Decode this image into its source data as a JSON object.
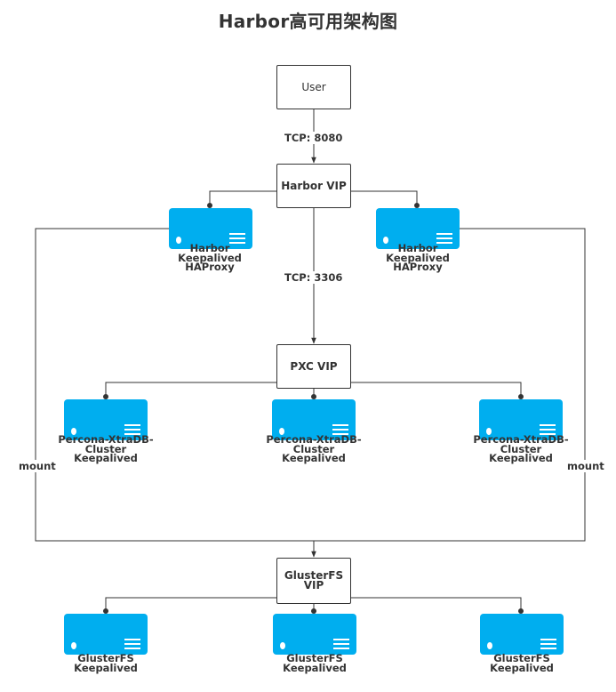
{
  "title": "Harbor高可用架构图",
  "nodes": {
    "user": "User",
    "harbor_vip": "Harbor VIP",
    "pxc_vip": "PXC VIP",
    "glusterfs_vip_line1": "GlusterFS",
    "glusterfs_vip_line2": "VIP"
  },
  "edge_labels": {
    "tcp_8080": "TCP:  8080",
    "tcp_3306": "TCP:  3306",
    "mount_left": "mount",
    "mount_right": "mount"
  },
  "servers": {
    "harbor": [
      {
        "lines": [
          "Harbor",
          "Keepalived",
          "HAProxy"
        ]
      },
      {
        "lines": [
          "Harbor",
          "Keepalived",
          "HAProxy"
        ]
      }
    ],
    "pxc": [
      {
        "lines": [
          "Percona-XtraDB-",
          "Cluster",
          "Keepalived"
        ]
      },
      {
        "lines": [
          "Percona-XtraDB-",
          "Cluster",
          "Keepalived"
        ]
      },
      {
        "lines": [
          "Percona-XtraDB-",
          "Cluster",
          "Keepalived"
        ]
      }
    ],
    "gluster": [
      {
        "lines": [
          "GlusterFS",
          "Keepalived"
        ]
      },
      {
        "lines": [
          "GlusterFS",
          "Keepalived"
        ]
      },
      {
        "lines": [
          "GlusterFS",
          "Keepalived"
        ]
      }
    ]
  },
  "colors": {
    "server_fill": "#00aeef",
    "line": "#333333"
  }
}
